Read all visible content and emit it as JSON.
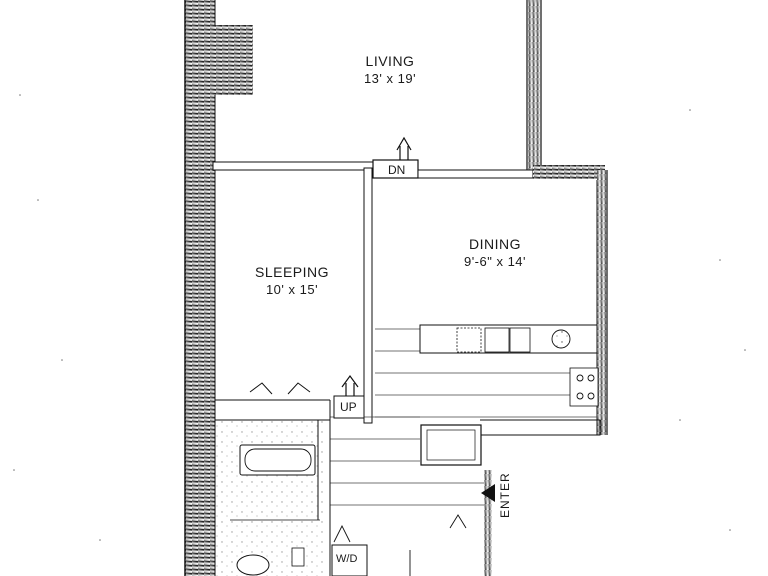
{
  "rooms": {
    "living": {
      "name": "LIVING",
      "dims": "13' x 19'"
    },
    "dining": {
      "name": "DINING",
      "dims": "9'-6\" x 14'"
    },
    "sleeping": {
      "name": "SLEEPING",
      "dims": "10' x 15'"
    }
  },
  "markers": {
    "down": "DN",
    "up": "UP",
    "washer_dryer": "W/D",
    "enter": "ENTER"
  },
  "colors": {
    "ink": "#1a1a1a",
    "paper": "#ffffff",
    "hatch": "#333333"
  }
}
